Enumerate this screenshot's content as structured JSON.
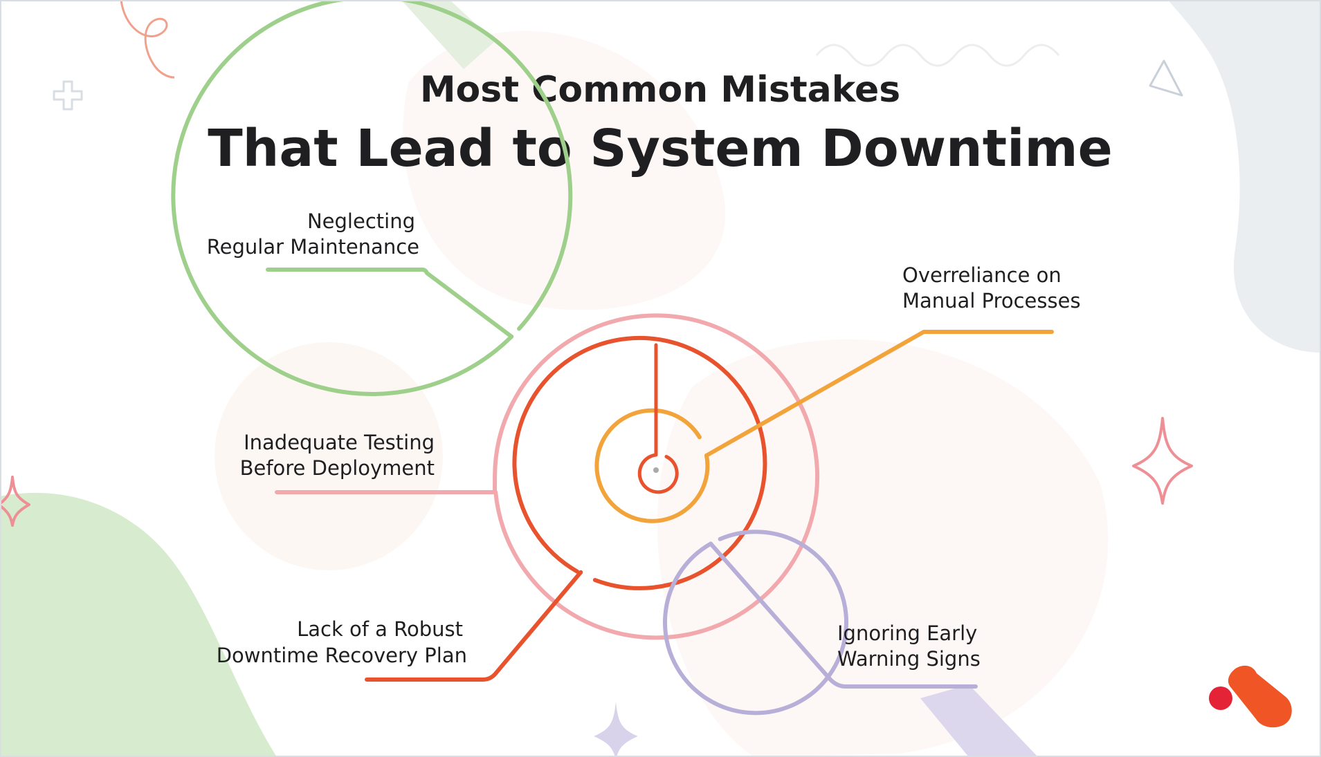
{
  "title": {
    "line1": "Most Common Mistakes",
    "line2": "That Lead to System Downtime"
  },
  "labels": {
    "neglecting": {
      "line1": "Neglecting",
      "line2": "Regular Maintenance",
      "color": "#9ed08c"
    },
    "manual": {
      "line1": "Overreliance on",
      "line2": "Manual Processes",
      "color": "#f2a33a"
    },
    "testing": {
      "line1": "Inadequate Testing",
      "line2": "Before Deployment",
      "color": "#f2a9ad"
    },
    "recovery": {
      "line1": "Lack of a Robust",
      "line2": "Downtime Recovery Plan",
      "color": "#e8532e"
    },
    "warning": {
      "line1": "Ignoring Early",
      "line2": "Warning Signs",
      "color": "#b8afd8"
    }
  },
  "colors": {
    "green": "#9ed08c",
    "pink": "#f2a9ad",
    "red": "#e8532e",
    "purple": "#b8afd8",
    "orange": "#f2a33a",
    "text": "#1f1f21"
  },
  "icons": [
    "plus-sparkle-icon",
    "triangle-outline-icon",
    "four-point-star-icon",
    "swirl-decoration-icon",
    "brand-logo-icon"
  ]
}
